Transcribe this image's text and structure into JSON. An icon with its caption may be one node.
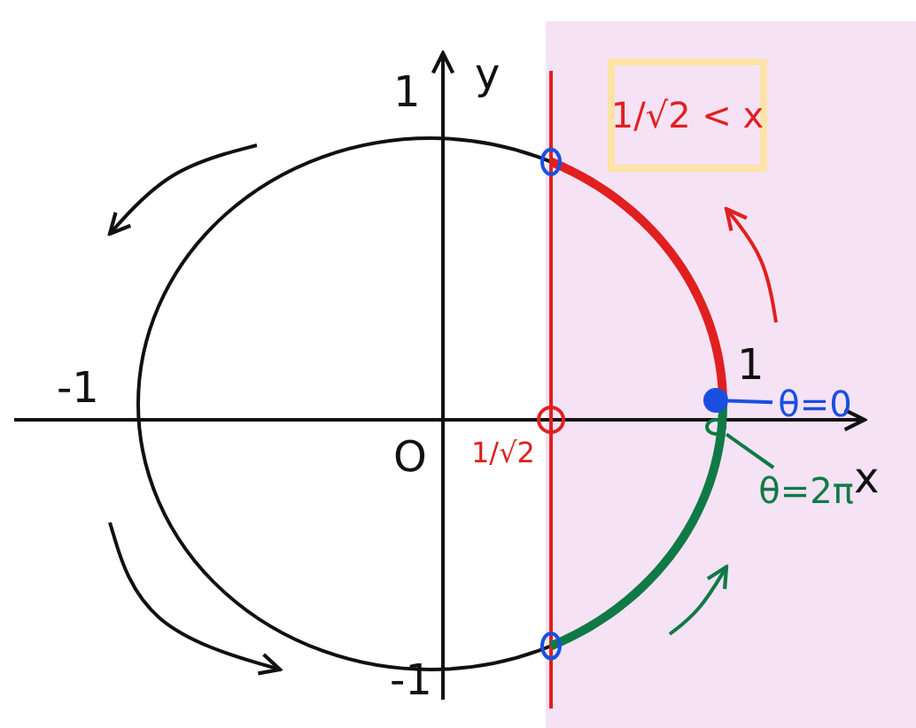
{
  "diagram": {
    "nodes": [
      {
        "text": [
          "1/√2 < x"
        ]
      },
      {
        "text": [
          "θ=0"
        ]
      },
      {
        "text": [],
        "shape": "circle"
      },
      {
        "text": [
          "θ=2π"
        ]
      },
      {
        "text": [],
        "shape": "circle"
      }
    ],
    "edges": [
      {
        "from": 1,
        "to": 2,
        "arrow": "none",
        "color": "#1a4fe0"
      },
      {
        "from": 3,
        "to": 4,
        "arrow": "none",
        "color": "#0f7a45"
      }
    ],
    "labels": [
      "1",
      "y",
      "-1",
      "O",
      "1/√2",
      "1",
      "x",
      "-1"
    ]
  }
}
